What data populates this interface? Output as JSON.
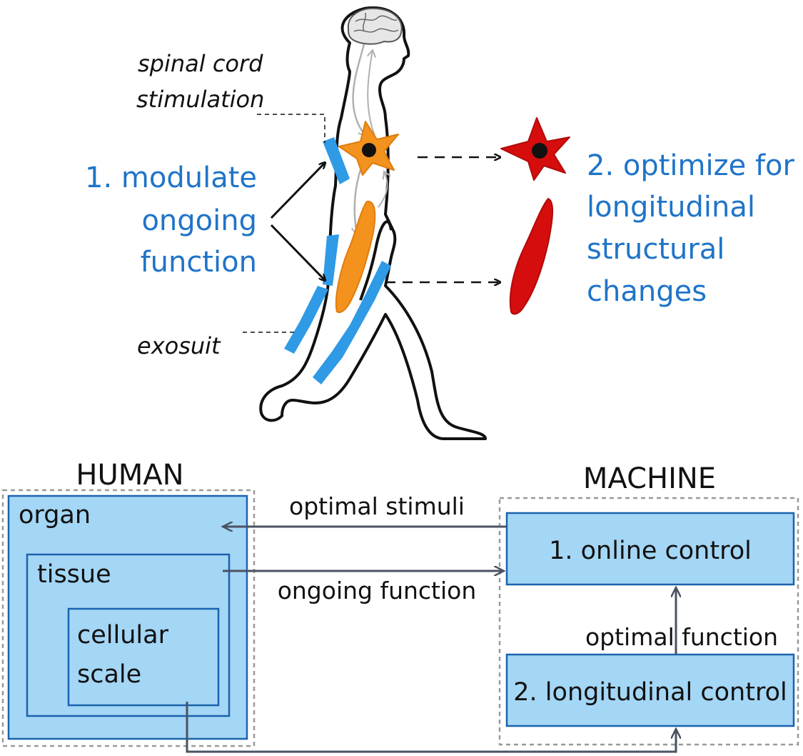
{
  "colors": {
    "blue_text": "#1f74c8",
    "exosuit": "#2f9ae6",
    "neuron": "#f4921e",
    "muscle": "#f4921e",
    "changed": "#d60d0d",
    "box_fill": "#a4d6f5",
    "box_border": "#1b63ad",
    "outline": "#111111",
    "dashed_frame": "#9a9a9a",
    "arrow_gray": "#4a5262"
  },
  "figure": {
    "label_spinal_1": "spinal cord",
    "label_spinal_2": "stimulation",
    "label_exosuit": "exosuit",
    "modulate_1": "1. modulate",
    "modulate_2": "ongoing",
    "modulate_3": "function",
    "optimize_1": "2. optimize for",
    "optimize_2": "longitudinal",
    "optimize_3": "structural",
    "optimize_4": "changes"
  },
  "diagram": {
    "human_title": "HUMAN",
    "machine_title": "MACHINE",
    "organ": "organ",
    "tissue": "tissue",
    "cellular_1": "cellular",
    "cellular_2": "scale",
    "online_control": "1. online control",
    "longitudinal_control": "2. longitudinal control",
    "optimal_stimuli": "optimal stimuli",
    "ongoing_function": "ongoing function",
    "optimal_function": "optimal function"
  }
}
